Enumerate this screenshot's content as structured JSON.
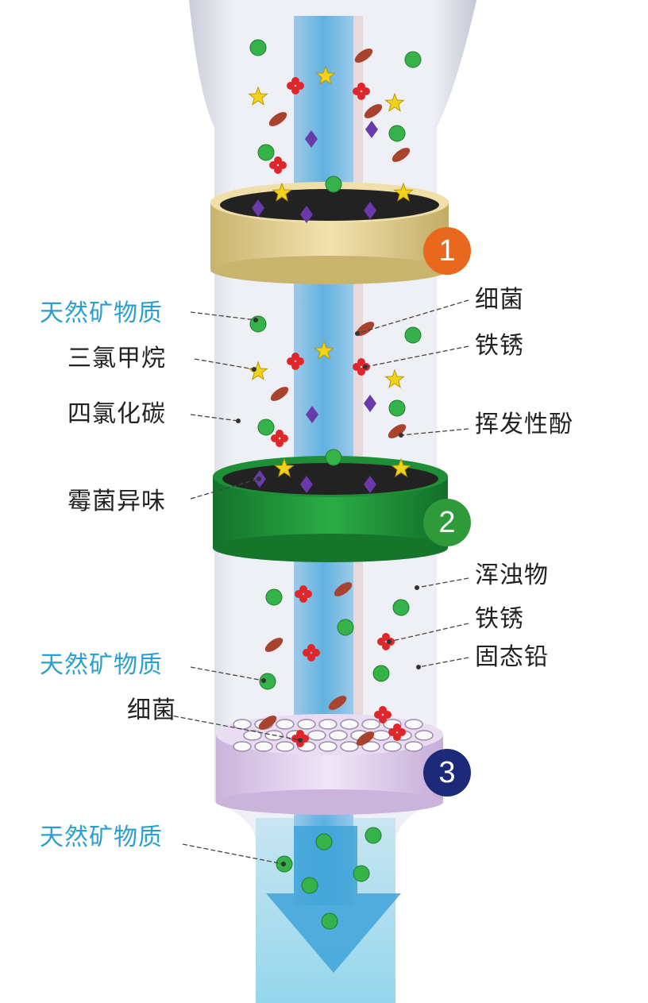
{
  "colors": {
    "mineral": "#2a9fd0",
    "badge1": "#e8681e",
    "badge2": "#2e9a3a",
    "badge3": "#1d2a7a",
    "ring1": "#e8d49a",
    "ring2": "#1f9a3a",
    "ring3": "#e3d2ee",
    "stream": "#4aa6dc"
  },
  "badges": [
    "1",
    "2",
    "3"
  ],
  "labels_left": {
    "mineral_top": "天然矿物质",
    "chloroform": "三氯甲烷",
    "carbon_tetrachloride": "四氯化碳",
    "mold_odor": "霉菌异味",
    "mineral_mid": "天然矿物质",
    "bacteria": "细菌",
    "mineral_bottom": "天然矿物质"
  },
  "labels_right": {
    "bacteria": "细菌",
    "rust_top": "铁锈",
    "volatile_phenol": "挥发性酚",
    "turbidity": "浑浊物",
    "rust_bottom": "铁锈",
    "solid_lead": "固态铅"
  }
}
